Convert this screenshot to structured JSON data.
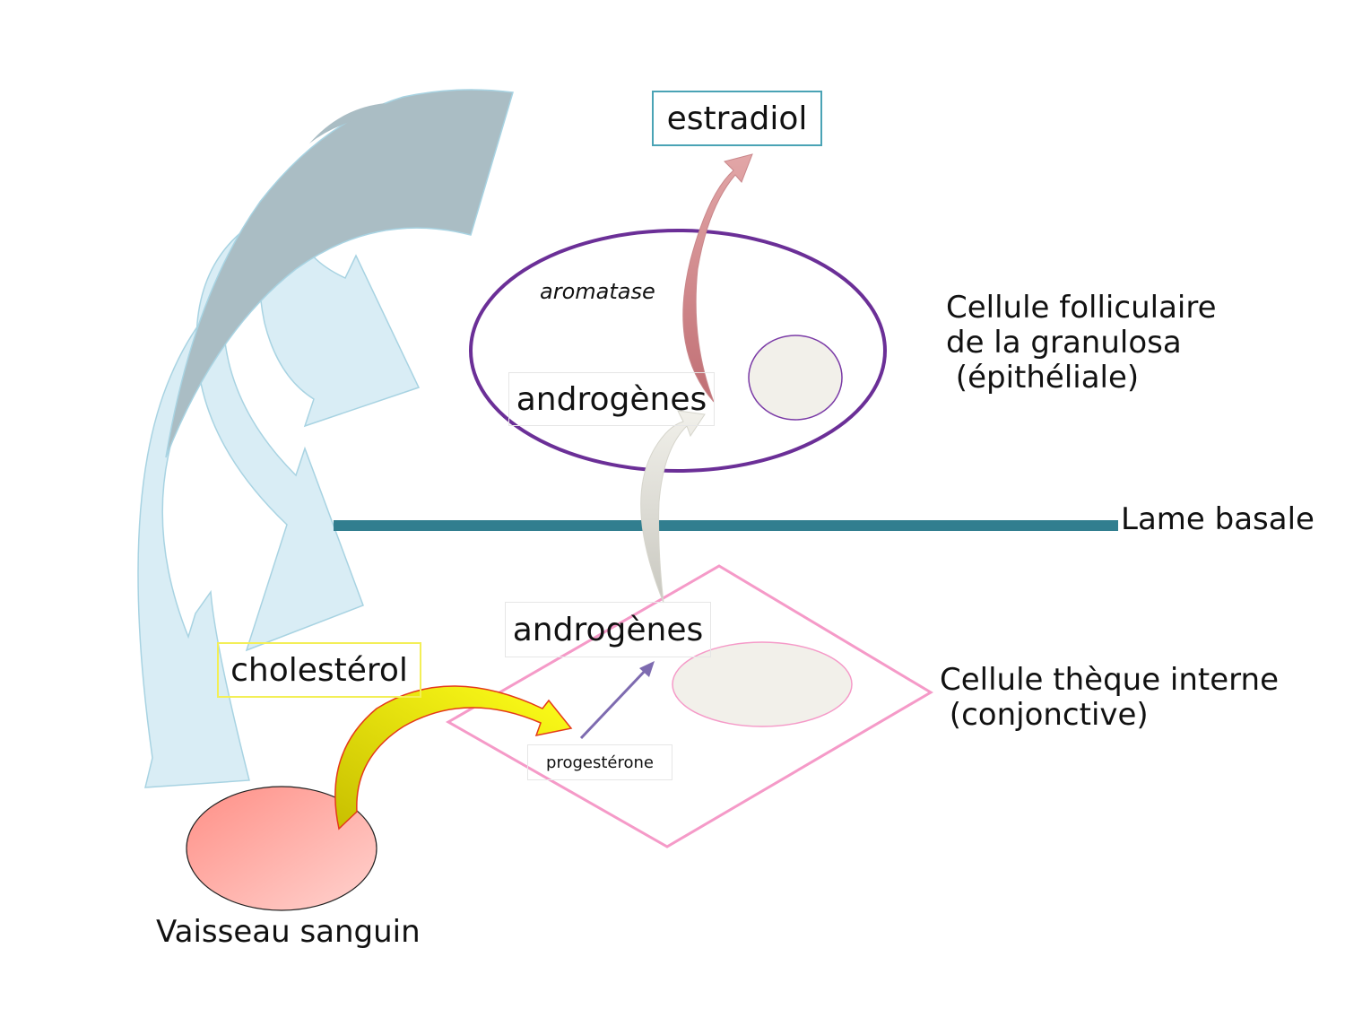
{
  "labels": {
    "estradiol": "estradiol",
    "aromatase": "aromatase",
    "androgenes_granulosa": "androgènes",
    "androgenes_theque": "androgènes",
    "cholesterol": "cholestérol",
    "progesterone": "progestérone",
    "granulosa_line1": "Cellule folliculaire",
    "granulosa_line2": "de la granulosa",
    "granulosa_line3": " (épithéliale)",
    "lame_basale": "Lame basale",
    "theque_line1": "Cellule thèque interne",
    "theque_line2": " (conjonctive)",
    "vaisseau": "Vaisseau sanguin"
  },
  "colors": {
    "large_arrow_dark": "#aabdc4",
    "large_arrow_light": "#d9edf5",
    "arrow_outline": "#a8d3e2",
    "granulosa_cell": "#6b2f97",
    "nucleus_fill": "#f2f0ea",
    "basal_lamina": "#317e8f",
    "theca_cell": "#f59ac8",
    "blood_vessel": "#ff9a92",
    "cholesterol_arrow": "#ffff00",
    "progesterone_arrow": "#7e6bb0",
    "androgen_arrow": "#ecebe5",
    "estradiol_arrow": "#d9969a",
    "estradiol_border": "#4aa3b5",
    "cholesterol_border": "#f3ef57"
  }
}
